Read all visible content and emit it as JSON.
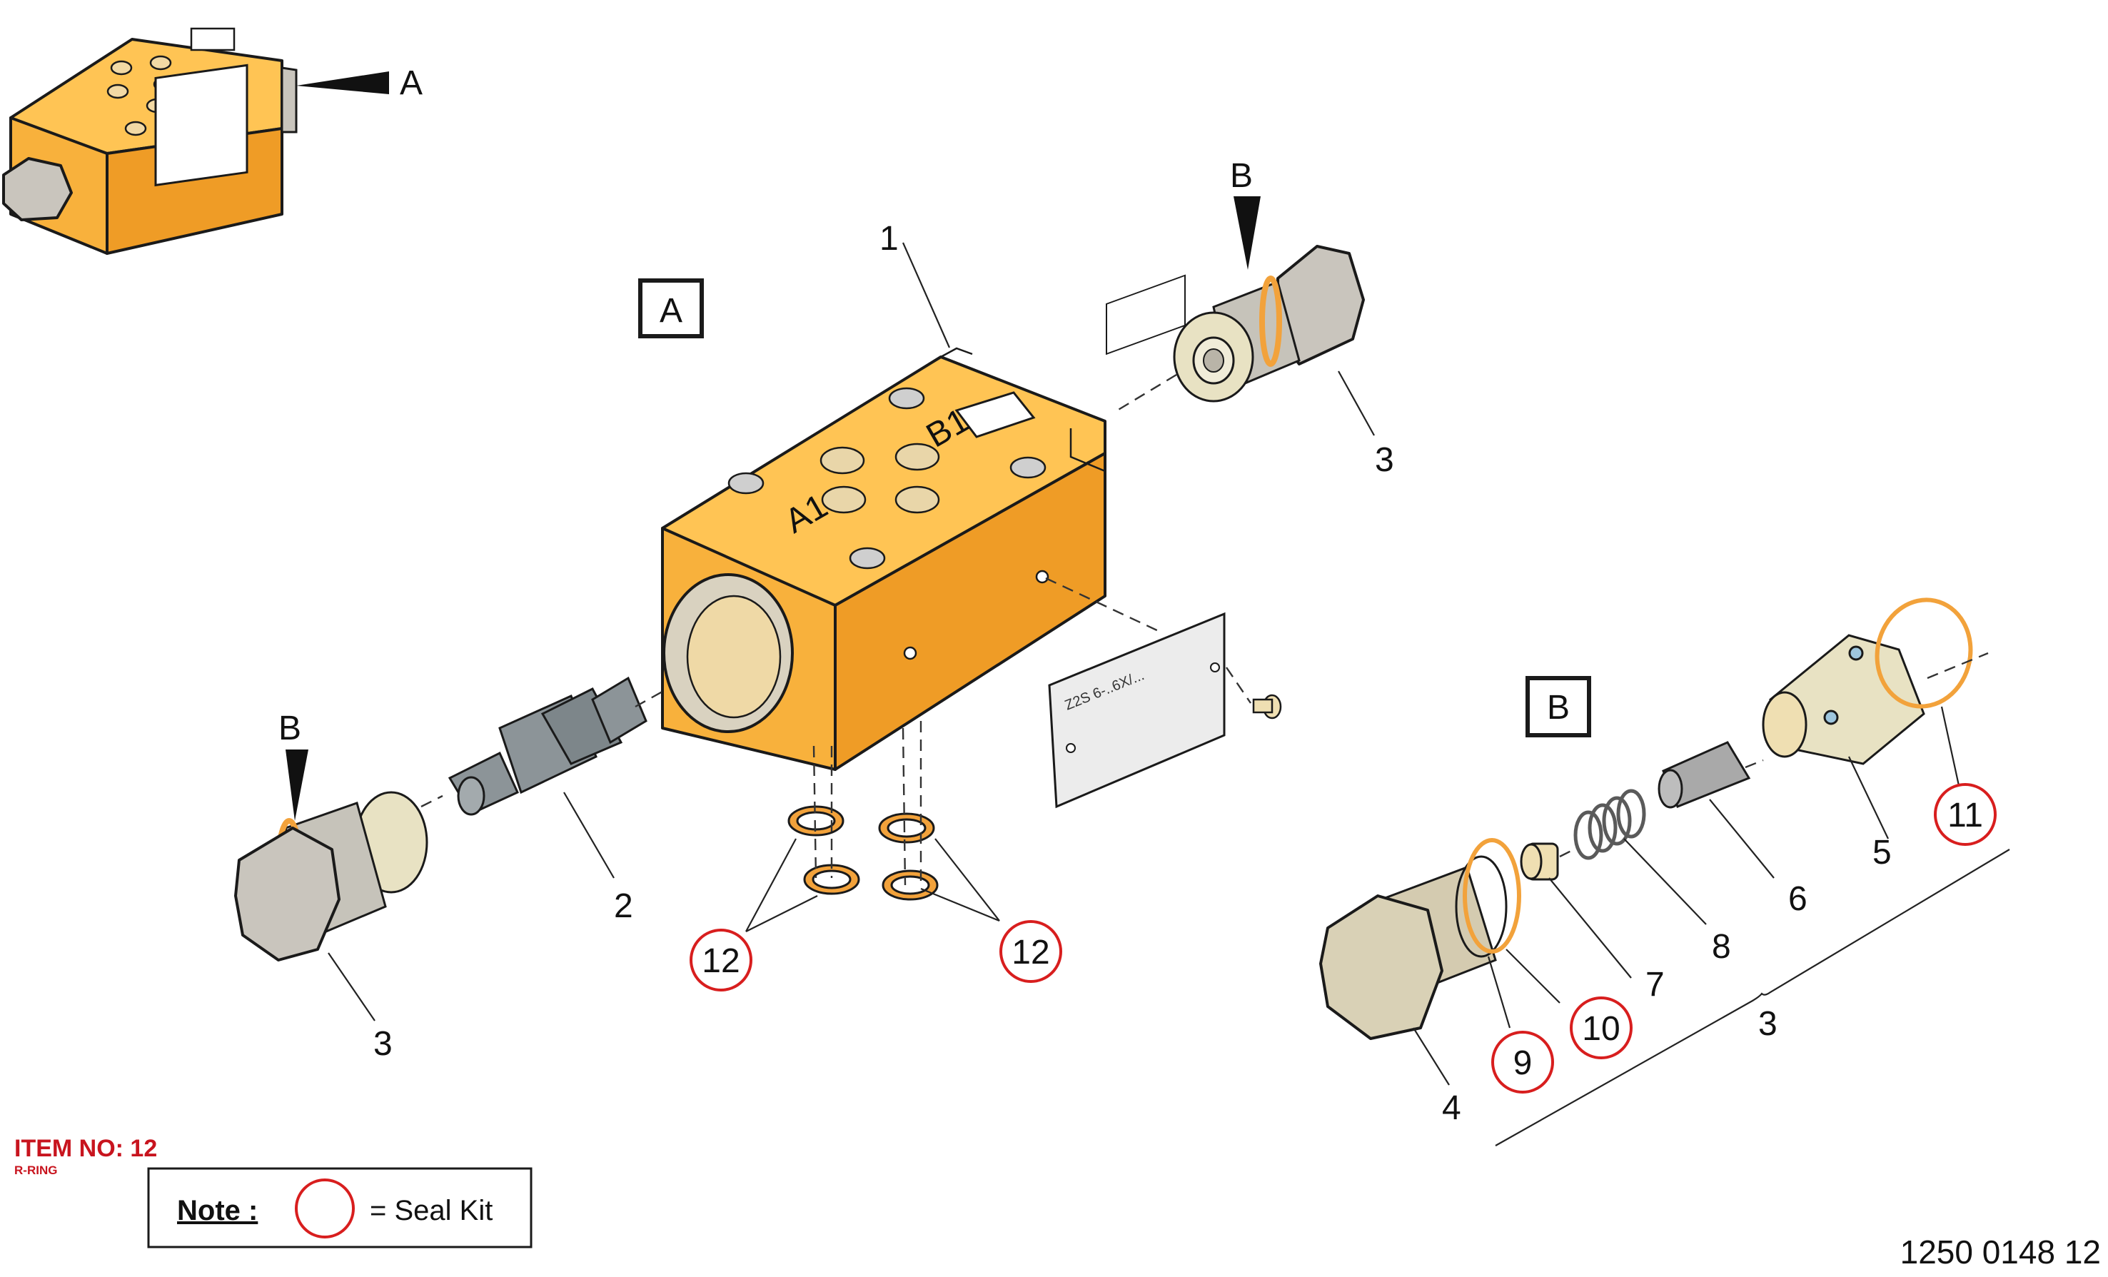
{
  "colors": {
    "housing": "#f8b13c",
    "housing_side": "#ef9c26",
    "housing_top": "#ffc454",
    "port_face": "#efd9a6",
    "seal": "#f2a23b",
    "steel": "#c7c3bb",
    "gray_part": "#8c9498",
    "seal_kit_circle": "#d81e1e"
  },
  "view_labels": {
    "a": "A",
    "b": "B"
  },
  "detail_labels": {
    "a": "A",
    "b": "B"
  },
  "body_marks": {
    "a1": "A1",
    "b1": "B1"
  },
  "name_plate": {
    "text": "Z2S 6-..6X/..."
  },
  "callouts": {
    "c1": "1",
    "c2": "2",
    "c3_right": "3",
    "c3_left": "3",
    "c3_group": "3",
    "c4": "4",
    "c5": "5",
    "c6": "6",
    "c7": "7",
    "c8": "8"
  },
  "seal_callouts": {
    "s12_left": "12",
    "s12_right": "12",
    "s9": "9",
    "s10": "10",
    "s11": "11"
  },
  "item": {
    "title": "ITEM NO: 12",
    "subtitle": "R-RING"
  },
  "note": {
    "label": "Note :",
    "text": "= Seal Kit"
  },
  "drawing_number": "1250 0148 12"
}
